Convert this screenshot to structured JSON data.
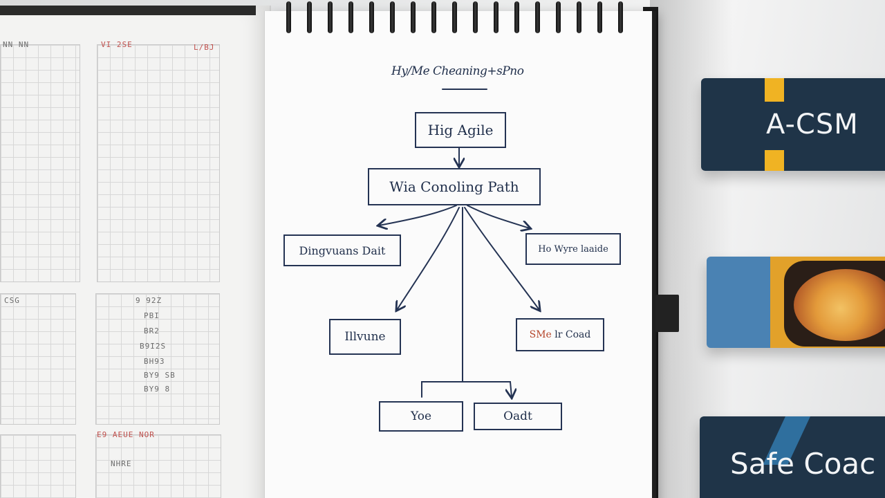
{
  "notepad": {
    "heading": "Hy/Me Cheaning+sPno",
    "nodes": {
      "top": "Hig Agile",
      "path": "Wia Conoling Path",
      "left": "Dingvuans Dait",
      "right": "Ho Wyre laaide",
      "left_child": "Illvune",
      "right_child_accent": "SMe",
      "right_child_rest": "lr Coad",
      "bottom_left": "Yoe",
      "bottom_right": "Oadt"
    }
  },
  "left_notebook": {
    "marks": [
      "NN NN",
      "VI 2SE",
      "L/BJ",
      "CSG",
      "9 92Z",
      "PBI",
      "BR2",
      "B9I2S",
      "BH93",
      "BY9 SB",
      "BY9 8",
      "E9 AEUE NOR",
      "NHRE"
    ]
  },
  "cards": {
    "top_label": "A-CSM",
    "bottom_label": "Safe Coac"
  },
  "colors": {
    "ink": "#1f2e4a",
    "card_navy": "#1f3448",
    "card_gold": "#f0b323",
    "card_blue": "#4a82b3",
    "red_accent": "#b5452a"
  }
}
